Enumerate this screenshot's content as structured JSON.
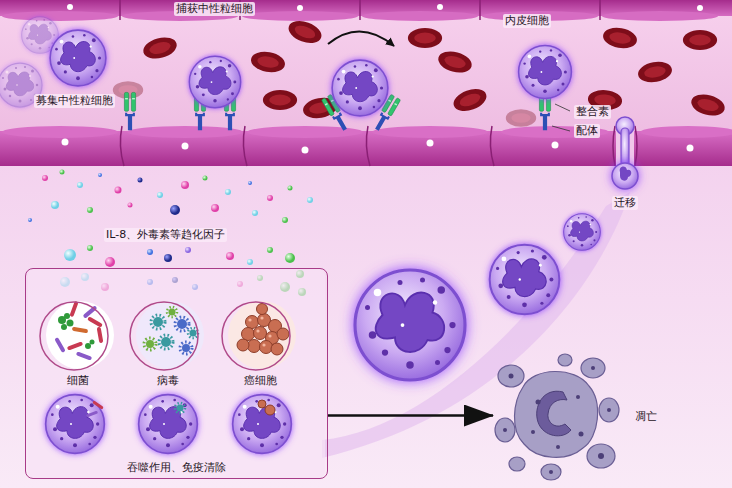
{
  "diagram": {
    "nodes": [
      {
        "text": [
          "吞噬作用、免疫清除"
        ]
      },
      {
        "text": [
          "细菌"
        ],
        "in": 0
      },
      {
        "text": [
          "病毒"
        ],
        "in": 0
      },
      {
        "text": [
          "癌细胞"
        ],
        "in": 0
      },
      {
        "text": [
          "凋亡"
        ]
      }
    ],
    "edges": [
      {
        "from": 0,
        "to": 4,
        "arrow": "to"
      }
    ],
    "labels": [
      "募集中性粒细胞",
      "捕获中性粒细胞",
      "内皮细胞",
      "整合素",
      "配体",
      "迁移",
      "IL-8、外毒素等趋化因子"
    ]
  }
}
